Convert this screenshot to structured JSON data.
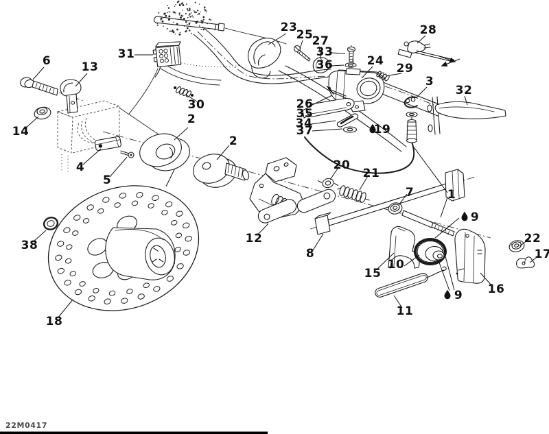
{
  "document": {
    "drawing_code": "22M0417",
    "type": "exploded-parts-diagram",
    "subject": "hydraulic brake and lever assembly"
  },
  "colors": {
    "line": "#1a1a1a",
    "background": "#ffffff",
    "label_text": "#111111",
    "code_text": "#4a4a4a"
  },
  "icons": {
    "grease_drop": "filled teardrop marking lubrication points"
  },
  "callouts": {
    "c1": "1",
    "c2a": "2",
    "c2b": "2",
    "c3": "3",
    "c4": "4",
    "c5": "5",
    "c6": "6",
    "c7": "7",
    "c8": "8",
    "c9a": "9",
    "c9b": "9",
    "c10": "10",
    "c11": "11",
    "c12": "12",
    "c13": "13",
    "c14": "14",
    "c15": "15",
    "c16": "16",
    "c17": "17",
    "c18": "18",
    "c19": "19",
    "c20": "20",
    "c21": "21",
    "c22": "22",
    "c23": "23",
    "c24": "24",
    "c25": "25",
    "c26": "26",
    "c27": "27",
    "c28": "28",
    "c29": "29",
    "c30": "30",
    "c31": "31",
    "c32": "32",
    "c33": "33",
    "c34": "34",
    "c35": "35",
    "c36": "36",
    "c37": "37",
    "c38": "38"
  }
}
